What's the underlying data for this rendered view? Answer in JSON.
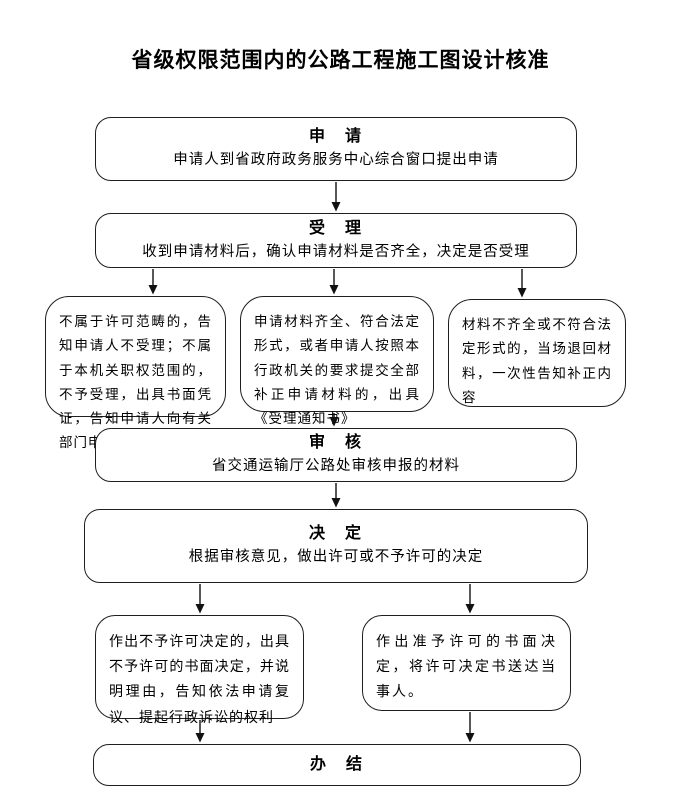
{
  "title": "省级权限范围内的公路工程施工图设计核准",
  "flowchart": {
    "apply": {
      "title": "申　请",
      "body": "申请人到省政府政务服务中心综合窗口提出申请"
    },
    "accept": {
      "title": "受　理",
      "body": "收到申请材料后，确认申请材料是否齐全，决定是否受理"
    },
    "branch_left": {
      "body": "不属于许可范畴的，告知申请人不受理；不属于本机关职权范围的，不予受理，出具书面凭证，告知申请人向有关部门申请"
    },
    "branch_middle": {
      "body": "申请材料齐全、符合法定形式，或者申请人按照本行政机关的要求提交全部补正申请材料的，出具《受理通知书》"
    },
    "branch_right": {
      "body": "材料不齐全或不符合法定形式的，当场退回材料，一次性告知补正内容"
    },
    "review": {
      "title": "审　核",
      "body": "省交通运输厅公路处审核申报的材料"
    },
    "decision": {
      "title": "决　定",
      "body": "根据审核意见，做出许可或不予许可的决定"
    },
    "deny": {
      "body": "作出不予许可决定的，出具不予许可的书面决定，并说明理由，告知依法申请复议、提起行政诉讼的权利"
    },
    "grant": {
      "body": "作出准予许可的书面决定，将许可决定书送达当事人。"
    },
    "complete": {
      "title": "办　结"
    }
  },
  "colors": {
    "border": "#1f1f1f",
    "text": "#000000",
    "background": "#ffffff"
  }
}
